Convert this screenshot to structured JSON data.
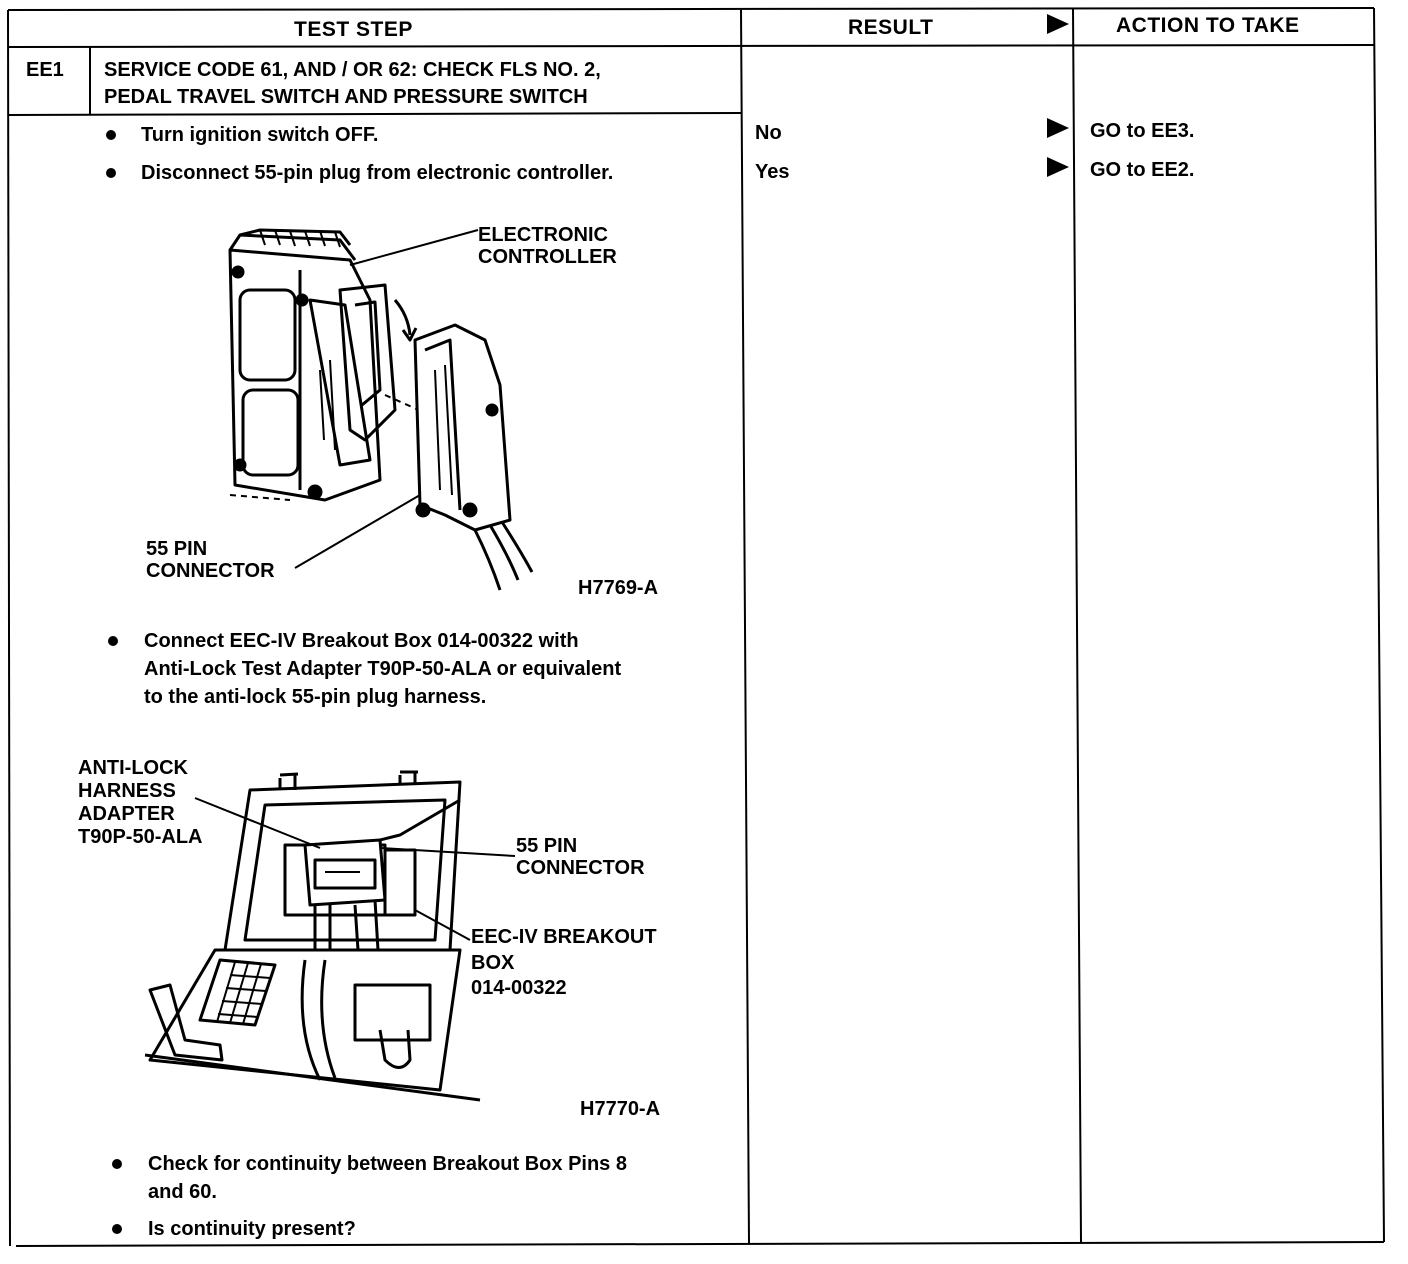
{
  "header": {
    "test_step": "TEST STEP",
    "result": "RESULT",
    "action": "ACTION TO TAKE"
  },
  "step": {
    "code": "EE1",
    "title_line1": "SERVICE CODE 61, AND / OR 62: CHECK FLS NO. 2,",
    "title_line2": "PEDAL TRAVEL SWITCH AND PRESSURE SWITCH"
  },
  "instructions": [
    "Turn ignition switch OFF.",
    "Disconnect 55-pin plug from electronic controller."
  ],
  "figure1": {
    "label_ec_1": "ELECTRONIC",
    "label_ec_2": "CONTROLLER",
    "label_pin_1": "55 PIN",
    "label_pin_2": "CONNECTOR",
    "figure_id": "H7769-A"
  },
  "instruction3": {
    "line1": "Connect EEC-IV Breakout Box 014-00322 with",
    "line2": "Anti-Lock Test Adapter T90P-50-ALA or equivalent",
    "line3": "to the anti-lock 55-pin plug harness."
  },
  "figure2": {
    "label_adapter": [
      "ANTI-LOCK",
      "HARNESS",
      "ADAPTER",
      "T90P-50-ALA"
    ],
    "label_pin_1": "55 PIN",
    "label_pin_2": "CONNECTOR",
    "label_box": [
      "EEC-IV BREAKOUT",
      "BOX",
      "014-00322"
    ],
    "figure_id": "H7770-A"
  },
  "instruction4": {
    "line1": "Check for continuity between Breakout Box Pins 8",
    "line2": "and 60."
  },
  "question": "Is continuity present?",
  "results": [
    {
      "result": "No",
      "action_prefix": "GO to ",
      "action_target": "EE3."
    },
    {
      "result": "Yes",
      "action_prefix": "GO to ",
      "action_target": "EE2."
    }
  ]
}
